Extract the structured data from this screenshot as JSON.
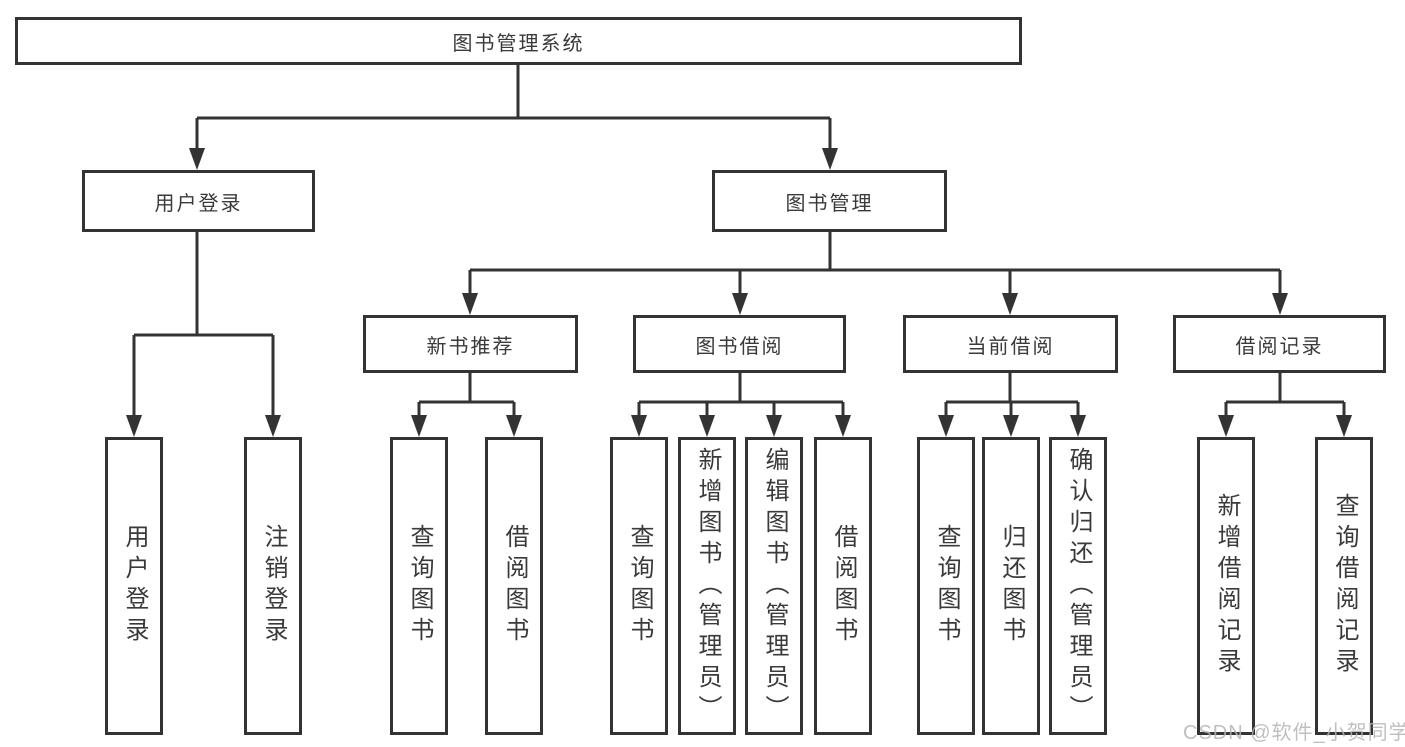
{
  "colors": {
    "line": "#333333",
    "text": "#3a3a3a",
    "watermark": "#b5b5b5",
    "background": "#ffffff"
  },
  "watermark": {
    "text": "CSDN @软件_小贺同学"
  },
  "tree": {
    "root": {
      "label": "图书管理系统",
      "children": [
        {
          "label": "用户登录",
          "children": [
            {
              "label": "用户登录"
            },
            {
              "label": "注销登录"
            }
          ]
        },
        {
          "label": "图书管理",
          "children": [
            {
              "label": "新书推荐",
              "children": [
                {
                  "label": "查询图书"
                },
                {
                  "label": "借阅图书"
                }
              ]
            },
            {
              "label": "图书借阅",
              "children": [
                {
                  "label": "查询图书"
                },
                {
                  "label": "新增图书（管理员）"
                },
                {
                  "label": "编辑图书（管理员）"
                },
                {
                  "label": "借阅图书"
                }
              ]
            },
            {
              "label": "当前借阅",
              "children": [
                {
                  "label": "查询图书"
                },
                {
                  "label": "归还图书"
                },
                {
                  "label": "确认归还（管理员）"
                }
              ]
            },
            {
              "label": "借阅记录",
              "children": [
                {
                  "label": "新增借阅记录"
                },
                {
                  "label": "查询借阅记录"
                }
              ]
            }
          ]
        }
      ]
    }
  }
}
